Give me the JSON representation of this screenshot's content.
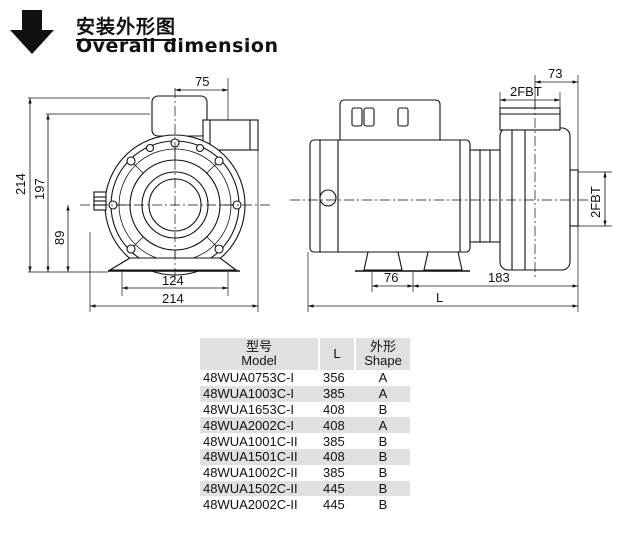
{
  "header": {
    "title_cn": "安装外形图",
    "title_en": "Overall dimension"
  },
  "front_view": {
    "dims": {
      "top_width": "75",
      "total_height": "214",
      "axis_height": "197",
      "lower_height": "89",
      "foot_span": "124",
      "total_width": "214"
    }
  },
  "side_view": {
    "dims": {
      "outlet_offset": "73",
      "outlet_thread": "2FBT",
      "inlet_thread": "2FBT",
      "foot_offset": "76",
      "rear_length": "183",
      "length": "L"
    }
  },
  "table": {
    "headers": {
      "model_cn": "型号",
      "model_en": "Model",
      "length": "L",
      "shape_cn": "外形",
      "shape_en": "Shape"
    },
    "rows": [
      {
        "model": "48WUA0753C-I",
        "length": "356",
        "shape": "A"
      },
      {
        "model": "48WUA1003C-I",
        "length": "385",
        "shape": "A"
      },
      {
        "model": "48WUA1653C-I",
        "length": "408",
        "shape": "B"
      },
      {
        "model": "48WUA2002C-I",
        "length": "408",
        "shape": "A"
      },
      {
        "model": "48WUA1001C-II",
        "length": "385",
        "shape": "B"
      },
      {
        "model": "48WUA1501C-II",
        "length": "408",
        "shape": "B"
      },
      {
        "model": "48WUA1002C-II",
        "length": "385",
        "shape": "B"
      },
      {
        "model": "48WUA1502C-II",
        "length": "445",
        "shape": "B"
      },
      {
        "model": "48WUA2002C-II",
        "length": "445",
        "shape": "B"
      }
    ]
  }
}
